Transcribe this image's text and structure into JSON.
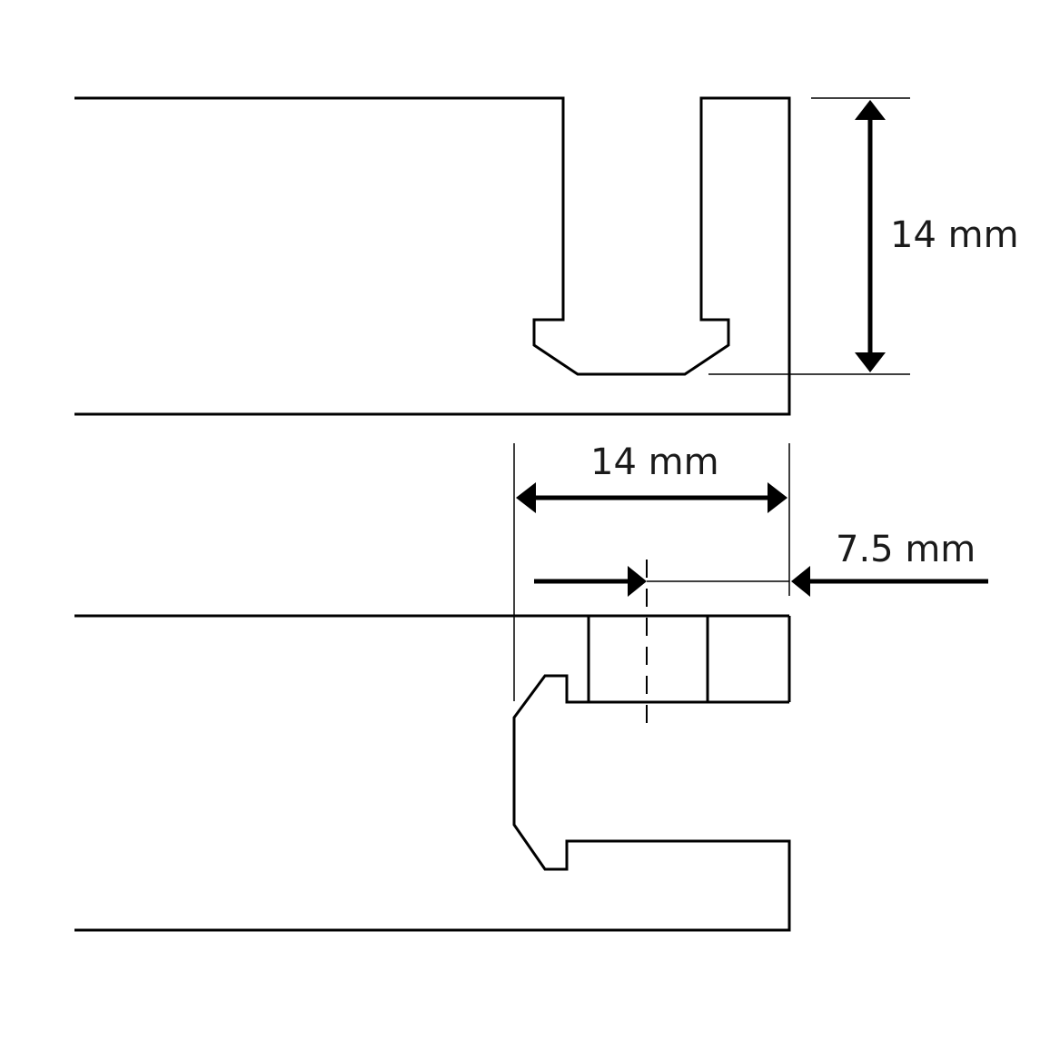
{
  "dimensions": {
    "slot_depth": {
      "label": "14 mm"
    },
    "rail_width": {
      "label": "14 mm"
    },
    "center_offset": {
      "label": "7.5 mm"
    }
  },
  "colors": {
    "line": "#000000",
    "background": "#ffffff",
    "text": "#1a1a1a"
  }
}
